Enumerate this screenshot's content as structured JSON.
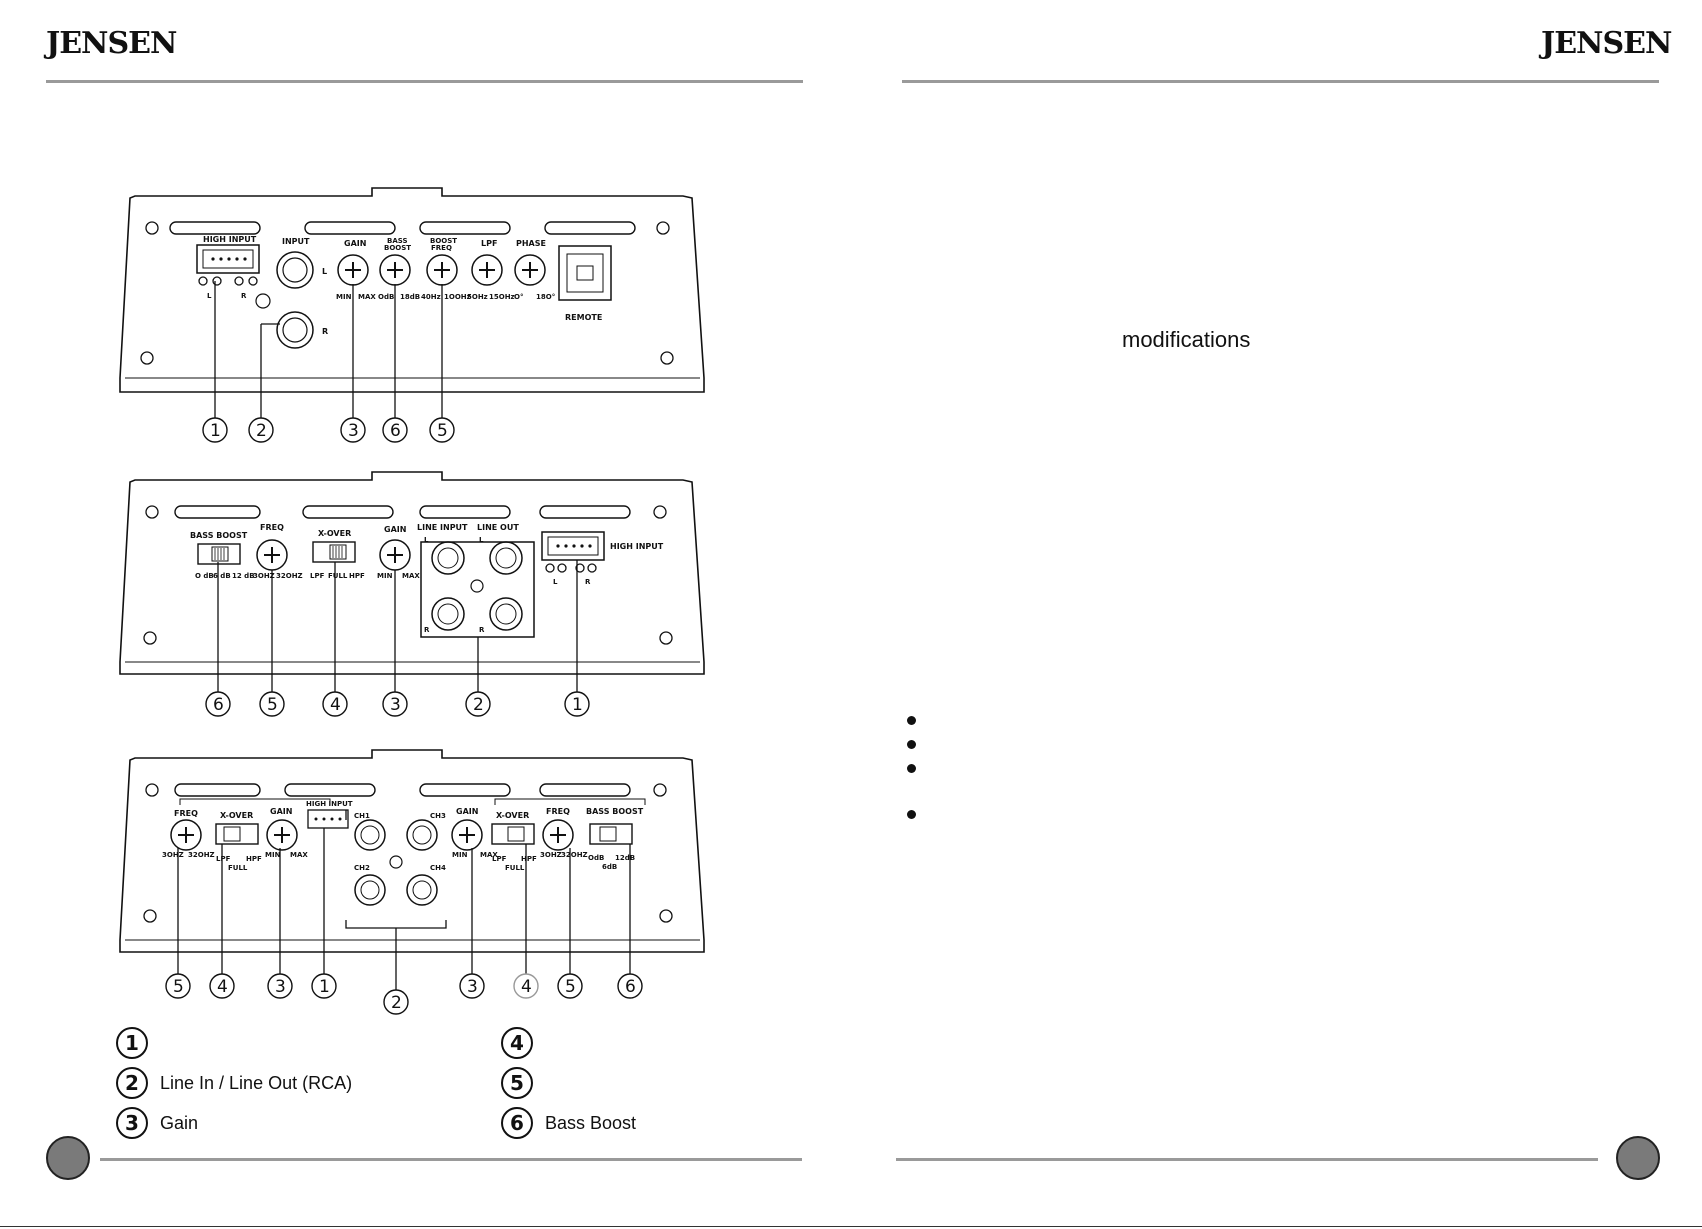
{
  "header": {
    "left_logo": "JENSEN",
    "right_logo": "JENSEN"
  },
  "diagram_top": {
    "labels": {
      "high_input": "HIGH INPUT",
      "input": "INPUT",
      "gain": "GAIN",
      "bass_boost_1": "BASS",
      "bass_boost_2": "BOOST",
      "boost_freq_1": "BOOST",
      "boost_freq_2": "FREQ",
      "lpf": "LPF",
      "phase": "PHASE",
      "remote": "REMOTE",
      "l": "L",
      "r": "R",
      "min": "MIN",
      "max": "MAX",
      "odb": "OdB",
      "db18": "18dB",
      "hz40": "40Hz",
      "hz100": "1OOHz",
      "hz50": "5OHz",
      "hz150": "15OHz",
      "deg0": "O°",
      "deg180": "18O°",
      "pin_l": "L",
      "pin_r": "R"
    },
    "callouts": [
      "1",
      "2",
      "3",
      "6",
      "5"
    ]
  },
  "diagram_mid": {
    "labels": {
      "bass_boost": "BASS BOOST",
      "freq": "FREQ",
      "xover": "X-OVER",
      "gain": "GAIN",
      "line_input": "LINE INPUT",
      "line_out": "LINE OUT",
      "high_input": "HIGH INPUT",
      "db0": "O dB",
      "db6": "6 dB",
      "db12": "12 dB",
      "hz30": "3OHZ",
      "hz320": "32OHZ",
      "lpf": "LPF",
      "full": "FULL",
      "hpf": "HPF",
      "min": "MIN",
      "max": "MAX",
      "l": "L",
      "r": "R"
    },
    "callouts": [
      "6",
      "5",
      "4",
      "3",
      "2",
      "1"
    ]
  },
  "diagram_bot": {
    "labels": {
      "freq": "FREQ",
      "xover": "X-OVER",
      "gain": "GAIN",
      "high_input": "HIGH INPUT",
      "ch1": "CH1",
      "ch2": "CH2",
      "ch3": "CH3",
      "ch4": "CH4",
      "gain2": "GAIN",
      "xover2": "X-OVER",
      "freq2": "FREQ",
      "bass_boost": "BASS BOOST",
      "hz30": "3OHZ",
      "hz320": "32OHZ",
      "lpf": "LPF",
      "hpf": "HPF",
      "full": "FULL",
      "min": "MIN",
      "max": "MAX",
      "db0": "OdB",
      "db6": "6dB",
      "db12": "12dB"
    },
    "callouts": [
      "5",
      "4",
      "3",
      "1",
      "2",
      "3",
      "4",
      "5",
      "6"
    ]
  },
  "legend": [
    {
      "num": "1",
      "text": ""
    },
    {
      "num": "2",
      "text": "Line In / Line Out (RCA)"
    },
    {
      "num": "3",
      "text": "Gain"
    },
    {
      "num": "4",
      "text": ""
    },
    {
      "num": "5",
      "text": ""
    },
    {
      "num": "6",
      "text": "Bass Boost"
    }
  ],
  "right_page": {
    "modifications": "modifications",
    "bullets": [
      "",
      "",
      "",
      ""
    ]
  }
}
